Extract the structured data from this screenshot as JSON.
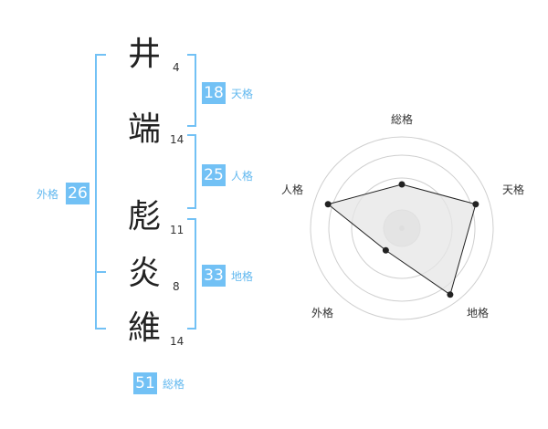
{
  "characters": [
    {
      "glyph": "井",
      "strokes": "4"
    },
    {
      "glyph": "端",
      "strokes": "14"
    },
    {
      "glyph": "彪",
      "strokes": "11"
    },
    {
      "glyph": "炎",
      "strokes": "8"
    },
    {
      "glyph": "維",
      "strokes": "14"
    }
  ],
  "fortunes": {
    "tenkaku": {
      "value": "18",
      "label": "天格"
    },
    "jinkaku": {
      "value": "25",
      "label": "人格"
    },
    "chikaku": {
      "value": "33",
      "label": "地格"
    },
    "gaikaku": {
      "value": "26",
      "label": "外格"
    },
    "soukaku": {
      "value": "51",
      "label": "総格"
    }
  },
  "radar": {
    "axes": [
      "総格",
      "天格",
      "地格",
      "外格",
      "人格"
    ],
    "levels": [
      0.48,
      0.85,
      0.9,
      0.3,
      0.85
    ],
    "color_grid": "#cfcfcf",
    "color_fill": "#e6e6e6",
    "color_line": "#222222"
  },
  "colors": {
    "accent": "#72c1f5",
    "accent_text": "#62b8ef"
  }
}
